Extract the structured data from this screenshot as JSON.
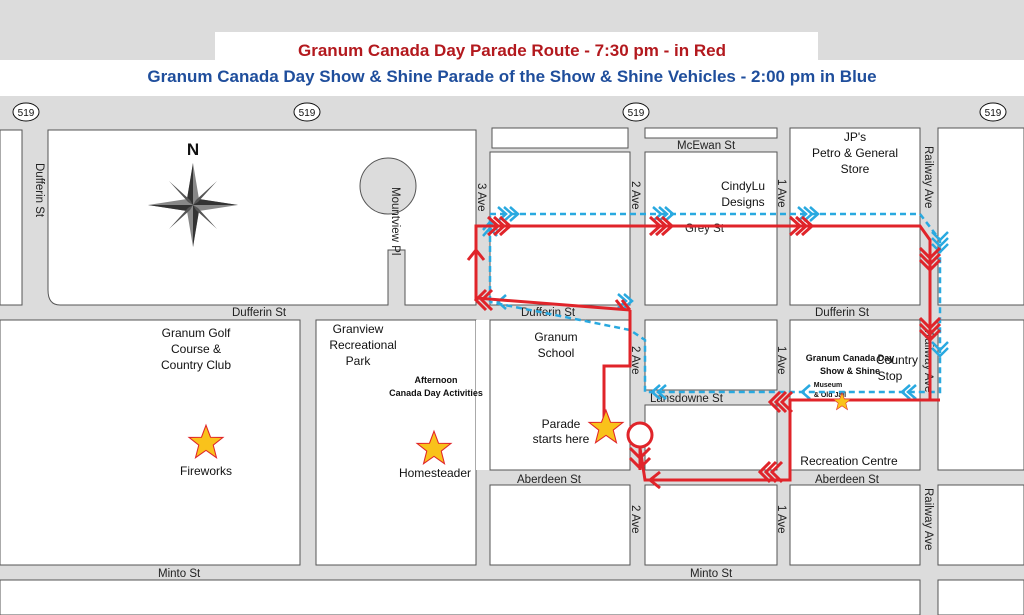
{
  "title": {
    "line1": "Granum Canada Day Parade Route - 7:30 pm - in Red",
    "line2": "Granum Canada Day Show & Shine Parade of the Show & Shine Vehicles - 2:00 pm in Blue"
  },
  "highway_label": "519",
  "compass_label": "N",
  "streets": {
    "dufferin_st_vertical": "Dufferin St",
    "mountview_pl": "Mountview Pl",
    "ave_3": "3 Ave",
    "ave_2": "2 Ave",
    "ave_1": "1 Ave",
    "railway_ave": "Railway Ave",
    "mcewan_st": "McEwan St",
    "grey_st": "Grey St",
    "dufferin_st": "Dufferin St",
    "lansdowne_st": "Lansdowne St",
    "aberdeen_st": "Aberdeen St",
    "minto_st": "Minto St"
  },
  "places": {
    "jps_line1": "JP's",
    "jps_line2": "Petro & General",
    "jps_line3": "Store",
    "cindylu_line1": "CindyLu",
    "cindylu_line2": "Designs",
    "golf_line1": "Granum Golf",
    "golf_line2": "Course &",
    "golf_line3": "Country Club",
    "granview_line1": "Granview",
    "granview_line2": "Recreational",
    "granview_line3": "Park",
    "afternoon_line1": "Afternoon",
    "afternoon_line2": "Canada Day Activities",
    "school_line1": "Granum",
    "school_line2": "School",
    "parade_start_line1": "Parade",
    "parade_start_line2": "starts here",
    "fireworks": "Fireworks",
    "homesteader": "Homesteader",
    "show_shine_line1": "Granum Canada Day",
    "show_shine_line2": "Show & Shine",
    "museum_line1": "Museum",
    "museum_line2": "& Old Jail",
    "country_stop_line1": "Country",
    "country_stop_line2": "Stop",
    "recreation_centre": "Recreation Centre"
  },
  "colors": {
    "parade_route": "#e0242a",
    "show_shine_route": "#29a9e0",
    "block": "#ffffff",
    "road": "#dcdcdc",
    "star_fill": "#f9c21b",
    "star_stroke": "#e0242a"
  }
}
